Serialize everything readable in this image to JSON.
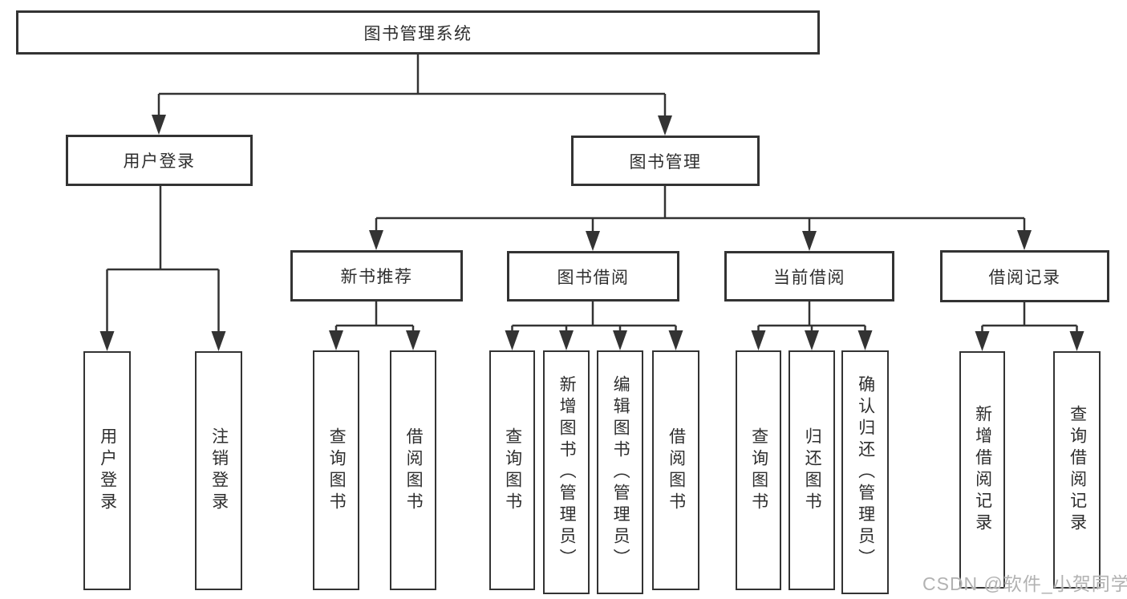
{
  "nodes": {
    "root": "图书管理系统",
    "user_login": "用户登录",
    "book_mgmt": "图书管理",
    "new_book_rec": "新书推荐",
    "book_borrow": "图书借阅",
    "current_borrow": "当前借阅",
    "borrow_records": "借阅记录",
    "leaf_user_login": "用户登录",
    "leaf_logout": "注销登录",
    "leaf_query_books_1": "查询图书",
    "leaf_borrow_books_1": "借阅图书",
    "leaf_query_books_2": "查询图书",
    "leaf_add_books": "新增图书（管理员）",
    "leaf_edit_books": "编辑图书（管理员）",
    "leaf_borrow_books_2": "借阅图书",
    "leaf_query_books_3": "查询图书",
    "leaf_return_books": "归还图书",
    "leaf_confirm_return": "确认归还（管理员）",
    "leaf_add_borrow_record": "新增借阅记录",
    "leaf_query_borrow_record": "查询借阅记录"
  },
  "hierarchy": {
    "图书管理系统": [
      "用户登录",
      "图书管理"
    ],
    "用户登录": [
      "用户登录",
      "注销登录"
    ],
    "图书管理": [
      "新书推荐",
      "图书借阅",
      "当前借阅",
      "借阅记录"
    ],
    "新书推荐": [
      "查询图书",
      "借阅图书"
    ],
    "图书借阅": [
      "查询图书",
      "新增图书（管理员）",
      "编辑图书（管理员）",
      "借阅图书"
    ],
    "当前借阅": [
      "查询图书",
      "归还图书",
      "确认归还（管理员）"
    ],
    "借阅记录": [
      "新增借阅记录",
      "查询借阅记录"
    ]
  },
  "watermark": "CSDN @软件_小贺同学",
  "colors": {
    "line": "#333333",
    "text": "#2e2e2e",
    "background": "#ffffff",
    "watermark": "#b2b2b2"
  }
}
